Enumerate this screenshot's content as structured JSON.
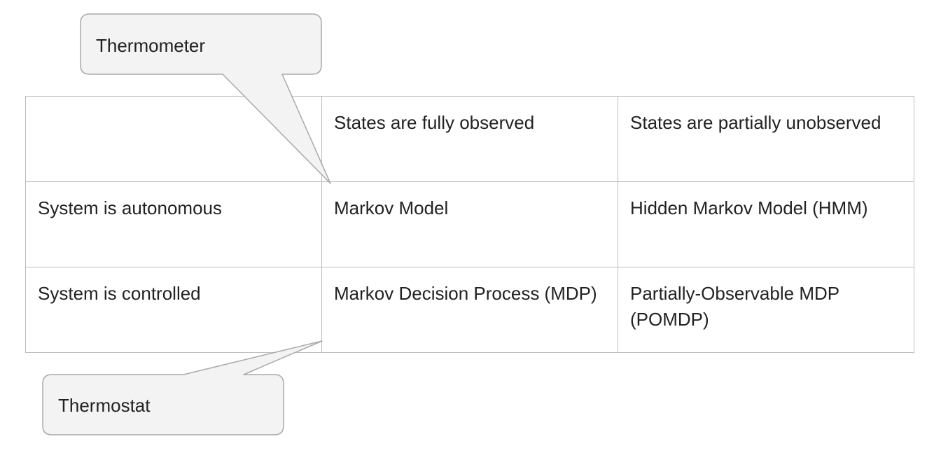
{
  "table": {
    "header": [
      "",
      "States are fully observed",
      "States are partially unobserved"
    ],
    "rows": [
      [
        "System is autonomous",
        "Markov Model",
        "Hidden Markov Model (HMM)"
      ],
      [
        "System is controlled",
        "Markov Decision Process (MDP)",
        "Partially-Observable MDP (POMDP)"
      ]
    ]
  },
  "callouts": {
    "top": "Thermometer",
    "bottom": "Thermostat"
  },
  "colors": {
    "callout_fill": "#f3f3f3",
    "callout_stroke": "#a9a9a9",
    "grid_line": "#bdbdbd",
    "text": "#222222"
  }
}
